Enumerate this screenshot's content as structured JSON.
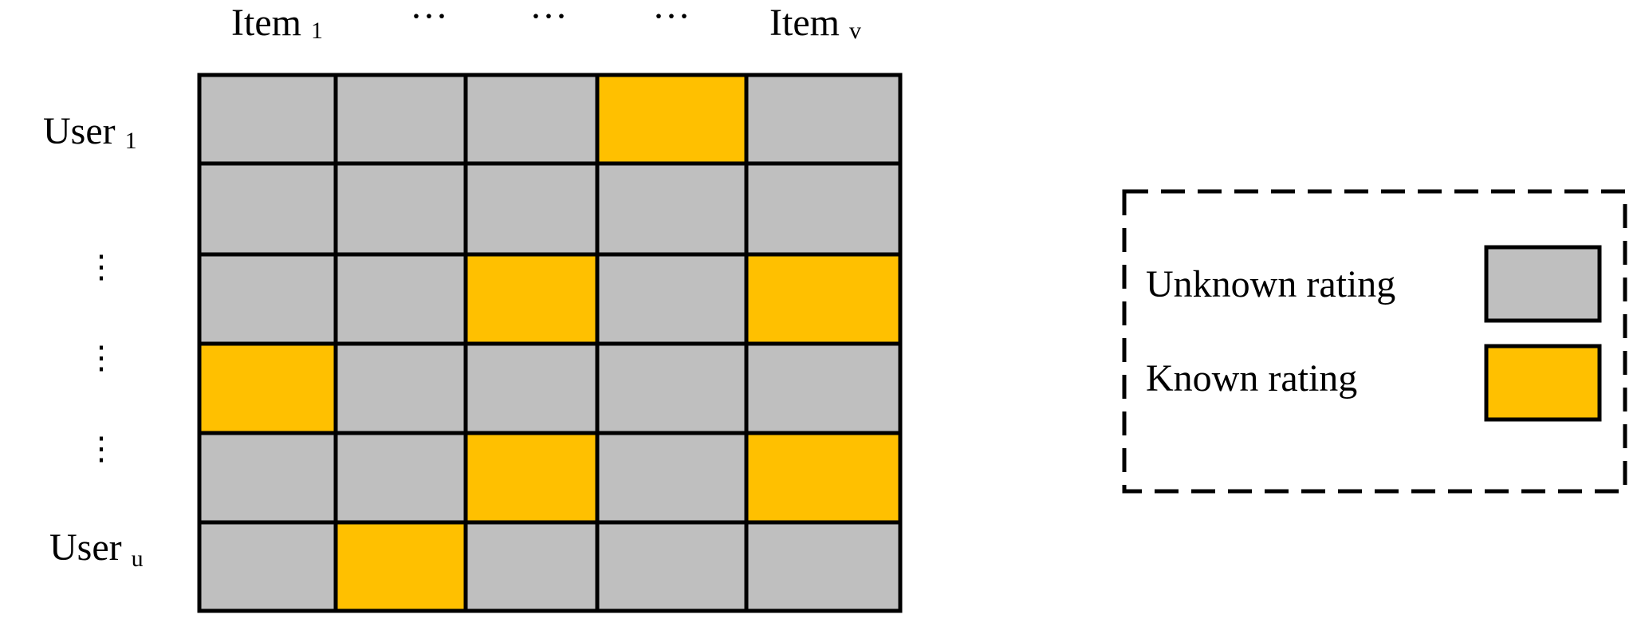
{
  "column_headers": [
    {
      "main": "Item",
      "sub": "1"
    },
    {
      "main": "···",
      "sub": ""
    },
    {
      "main": "···",
      "sub": ""
    },
    {
      "main": "···",
      "sub": ""
    },
    {
      "main": "Item",
      "sub": "v"
    }
  ],
  "row_headers": [
    {
      "main": "User",
      "sub": "1"
    },
    {
      "main": "",
      "sub": ""
    },
    {
      "main": "⋮",
      "sub": ""
    },
    {
      "main": "⋮",
      "sub": ""
    },
    {
      "main": "⋮",
      "sub": ""
    },
    {
      "main": "User",
      "sub": "u"
    }
  ],
  "matrix": [
    [
      "unknown",
      "unknown",
      "unknown",
      "known",
      "unknown"
    ],
    [
      "unknown",
      "unknown",
      "unknown",
      "unknown",
      "unknown"
    ],
    [
      "unknown",
      "unknown",
      "known",
      "unknown",
      "known"
    ],
    [
      "known",
      "unknown",
      "unknown",
      "unknown",
      "unknown"
    ],
    [
      "unknown",
      "unknown",
      "known",
      "unknown",
      "known"
    ],
    [
      "unknown",
      "known",
      "unknown",
      "unknown",
      "unknown"
    ]
  ],
  "colors": {
    "unknown": "#bfbfbf",
    "known": "#ffc000",
    "border": "#000000"
  },
  "legend": {
    "unknown_label": "Unknown rating",
    "known_label": "Known rating"
  }
}
